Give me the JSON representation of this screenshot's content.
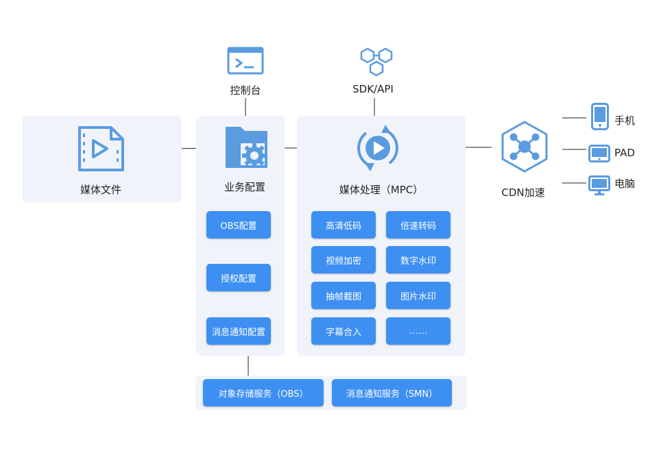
{
  "media_file": {
    "label": "媒体文件"
  },
  "console": {
    "label": "控制台"
  },
  "sdk": {
    "label": "SDK/API"
  },
  "business_config": {
    "label": "业务配置",
    "buttons": [
      "OBS配置",
      "授权配置",
      "消息通知配置"
    ]
  },
  "mpc": {
    "label": "媒体处理（MPC）",
    "buttons": [
      "高清低码",
      "倍速转码",
      "视频加密",
      "数字水印",
      "抽帧截图",
      "图片水印",
      "字幕合入",
      "……"
    ]
  },
  "cdn": {
    "label": "CDN加速"
  },
  "devices": [
    "手机",
    "PAD",
    "电脑"
  ],
  "services": [
    "对象存储服务（OBS）",
    "消息通知服务（SMN）"
  ],
  "colors": {
    "icon": "#5b9be0",
    "button": "#3d8ff2",
    "panel": "#f0f4fa"
  }
}
